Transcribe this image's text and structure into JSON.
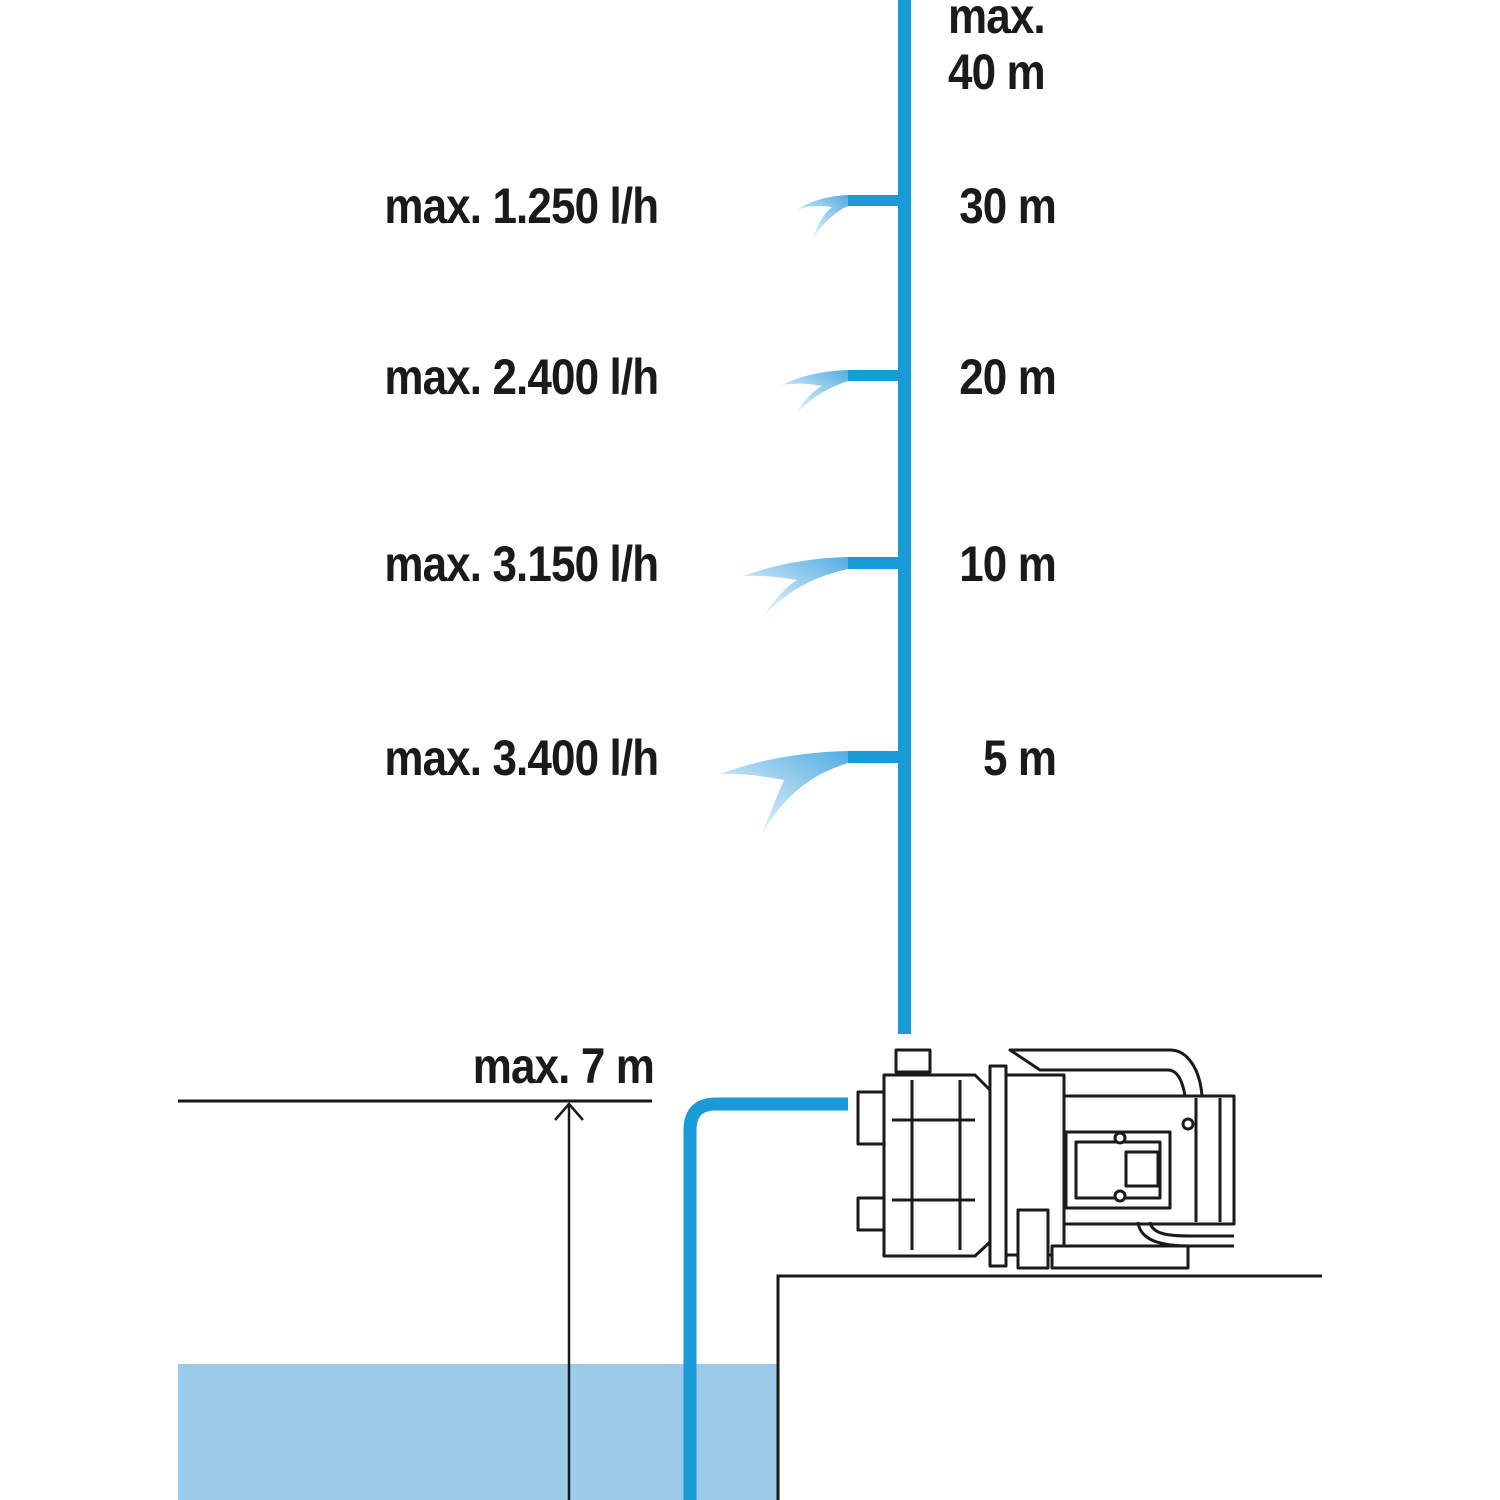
{
  "colors": {
    "pipe": "#1a9ad6",
    "water": "#9ccbe9",
    "spray": "#7fbfe8",
    "line": "#1a1a1a"
  },
  "pipe_top": {
    "line1": "max.",
    "line2": "40 m"
  },
  "levels": [
    {
      "height": "30 m",
      "flow": "max. 1.250 l/h"
    },
    {
      "height": "20 m",
      "flow": "max. 2.400 l/h"
    },
    {
      "height": "10 m",
      "flow": "max. 3.150 l/h"
    },
    {
      "height": "5 m",
      "flow": "max. 3.400 l/h"
    }
  ],
  "suction": {
    "label": "max. 7 m"
  },
  "icons": {
    "pump": "garden-pump-icon",
    "arrow": "up-arrow-icon"
  }
}
